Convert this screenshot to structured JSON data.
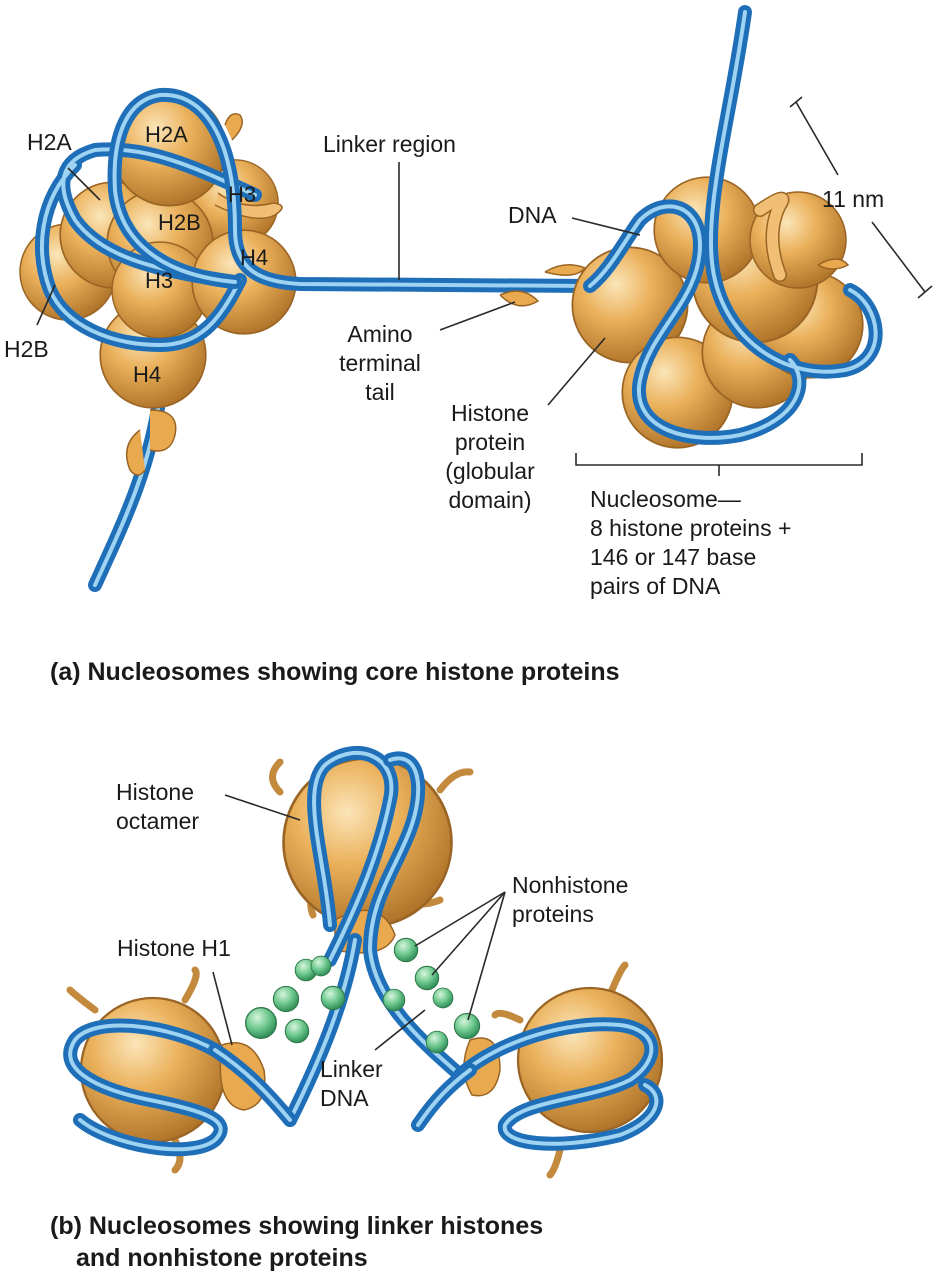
{
  "panel_a": {
    "caption": "(a) Nucleosomes showing core histone proteins",
    "histones_left": [
      "H2A",
      "H2A",
      "H3",
      "H2B",
      "H4",
      "H3",
      "H2B",
      "H4"
    ],
    "labels": {
      "linker_region": "Linker region",
      "dna": "DNA",
      "size": "11 nm",
      "amino_tail": [
        "Amino",
        "terminal",
        "tail"
      ],
      "histone_protein": [
        "Histone",
        "protein",
        "(globular",
        "domain)"
      ],
      "nucleosome": [
        "Nucleosome—",
        "8 histone proteins +",
        "146 or 147 base",
        "pairs of DNA"
      ]
    }
  },
  "panel_b": {
    "caption": [
      "(b) Nucleosomes showing linker histones",
      "and nonhistone proteins"
    ],
    "labels": {
      "histone_octamer": [
        "Histone",
        "octamer"
      ],
      "nonhistone_proteins": [
        "Nonhistone",
        "proteins"
      ],
      "histone_h1": "Histone H1",
      "linker_dna": [
        "Linker",
        "DNA"
      ]
    }
  },
  "colors": {
    "histone": "#e8a94f",
    "histone_light": "#f7d9a0",
    "histone_dark": "#b0752a",
    "dna": "#1f6fb8",
    "dna_light": "#9fd3f2",
    "nonhistone": "#66c08a"
  }
}
